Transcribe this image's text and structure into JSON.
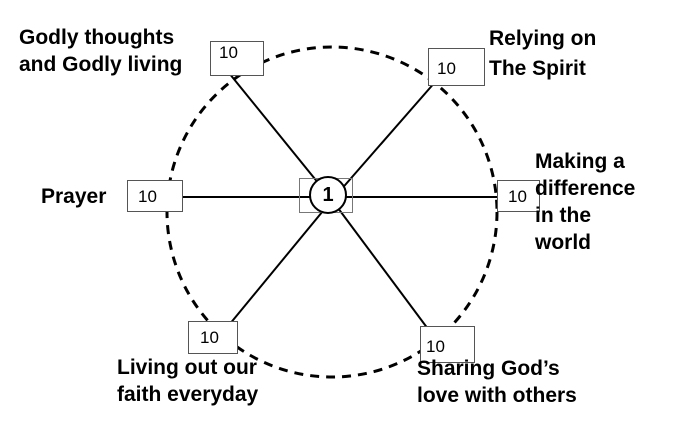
{
  "center": {
    "value": "1"
  },
  "spokes": [
    {
      "id": "godly-thoughts",
      "lines": [
        "Godly thoughts",
        "and Godly living"
      ],
      "score": "10"
    },
    {
      "id": "relying-spirit",
      "lines": [
        "Relying on",
        "The Spirit"
      ],
      "score": "10"
    },
    {
      "id": "making-difference",
      "lines": [
        "Making a",
        "difference",
        "in  the",
        "world"
      ],
      "score": "10"
    },
    {
      "id": "sharing-love",
      "lines": [
        "Sharing  God’s",
        "love with others"
      ],
      "score": "10"
    },
    {
      "id": "living-faith",
      "lines": [
        "Living out our",
        "faith everyday"
      ],
      "score": "10"
    },
    {
      "id": "prayer",
      "lines": [
        "Prayer"
      ],
      "score": "10"
    }
  ]
}
